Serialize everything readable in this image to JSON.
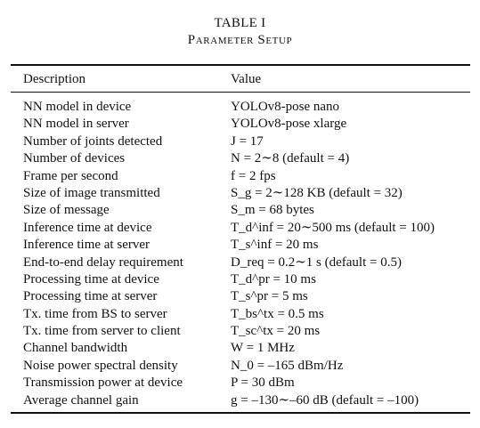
{
  "caption": {
    "number": "TABLE I",
    "title": "Parameter Setup"
  },
  "table": {
    "headers": {
      "description": "Description",
      "value": "Value"
    },
    "rows": [
      {
        "description": "NN model in device",
        "value": "YOLOv8-pose nano"
      },
      {
        "description": "NN model in server",
        "value": "YOLOv8-pose xlarge"
      },
      {
        "description": "Number of joints detected",
        "value": "J = 17"
      },
      {
        "description": "Number of devices",
        "value": "N = 2∼8 (default = 4)"
      },
      {
        "description": "Frame per second",
        "value": "f = 2 fps"
      },
      {
        "description": "Size of image transmitted",
        "value": "S_g = 2∼128 KB (default = 32)"
      },
      {
        "description": "Size of message",
        "value": "S_m = 68 bytes"
      },
      {
        "description": "Inference time at device",
        "value": "T_d^inf = 20∼500 ms (default = 100)"
      },
      {
        "description": "Inference time at server",
        "value": "T_s^inf = 20 ms"
      },
      {
        "description": "End-to-end delay requirement",
        "value": "D_req = 0.2∼1 s (default = 0.5)"
      },
      {
        "description": "Processing time at device",
        "value": "T_d^pr = 10 ms"
      },
      {
        "description": "Processing time at server",
        "value": "T_s^pr = 5 ms"
      },
      {
        "description": "Tx. time from BS to server",
        "value": "T_bs^tx = 0.5 ms"
      },
      {
        "description": "Tx. time from server to client",
        "value": "T_sc^tx = 20 ms"
      },
      {
        "description": "Channel bandwidth",
        "value": "W = 1 MHz"
      },
      {
        "description": "Noise power spectral density",
        "value": "N_0 = –165 dBm/Hz"
      },
      {
        "description": "Transmission power at device",
        "value": "P = 30 dBm"
      },
      {
        "description": "Average channel gain",
        "value": "g = –130∼–60 dB (default = –100)"
      }
    ]
  }
}
